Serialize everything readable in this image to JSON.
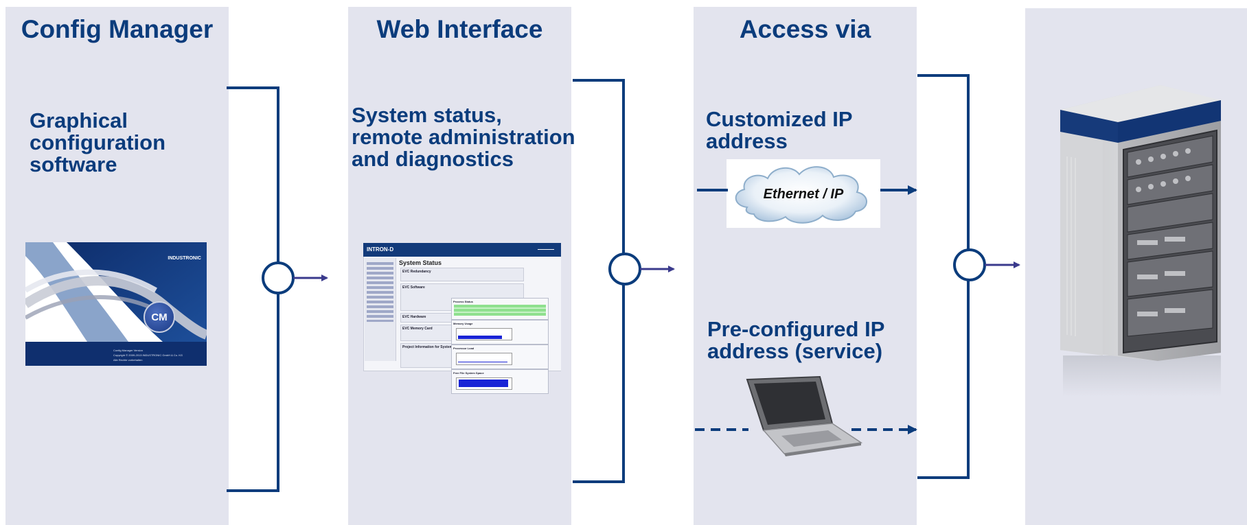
{
  "colors": {
    "panel": "#e3e4ee",
    "text": "#0b3c7c",
    "connector": "#0b3c7c",
    "arrow": "#3a3a8c"
  },
  "columns": [
    {
      "title": "Config Manager",
      "description": "Graphical\nconfiguration\nsoftware"
    },
    {
      "title": "Web Interface",
      "description": "System status,\nremote administration\nand diagnostics"
    },
    {
      "title": "Access via",
      "options": [
        {
          "label": "Customized IP\naddress",
          "cloud_label": "Ethernet / IP"
        },
        {
          "label": "Pre-configured IP\naddress (service)"
        }
      ]
    },
    {
      "title": "",
      "icon": "server-rack-icon"
    }
  ],
  "splash": {
    "brand": "INDUSTRONIC",
    "badge": "CM",
    "footer_lines": [
      "Config Manager Version",
      "Copyright © 2009-2013 INDUSTRONIC GmbH & Co. KG",
      "Alle Rechte vorbehalten"
    ]
  },
  "web_ui": {
    "product": "INTRON-D",
    "page_title": "System Status",
    "sections": [
      "EVC Redundancy",
      "EVC Software",
      "EVC Hardware",
      "EVC Memory Card",
      "Project Information for System"
    ],
    "side_panels": [
      "Process Status",
      "Memory Usage",
      "Processor Load",
      "Free File System Space"
    ]
  }
}
